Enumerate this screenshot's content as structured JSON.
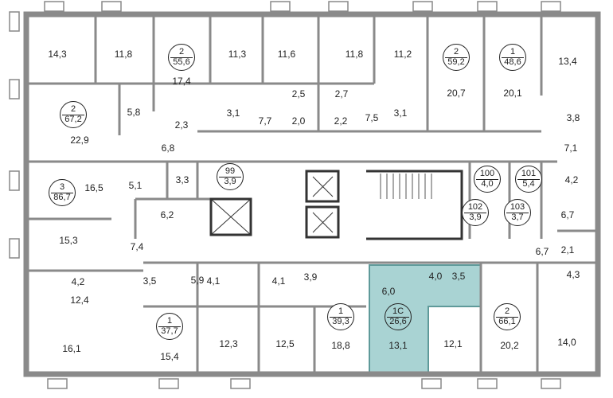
{
  "accent_colors": {
    "wall": "#8a8a8a",
    "highlight_unit": "#a9d3d3",
    "structural": "#333333"
  },
  "apartments": [
    {
      "rooms": "2",
      "area": "55,6"
    },
    {
      "rooms": "2",
      "area": "67,2"
    },
    {
      "rooms": "2",
      "area": "59,2"
    },
    {
      "rooms": "1",
      "area": "48,6"
    },
    {
      "rooms": "3",
      "area": "86,7"
    },
    {
      "rooms": "1",
      "area": "37,7"
    },
    {
      "rooms": "1",
      "area": "39,3"
    },
    {
      "rooms": "1C",
      "area": "26,6",
      "highlighted": true
    },
    {
      "rooms": "2",
      "area": "66,1"
    }
  ],
  "storage_units": [
    {
      "number": "99",
      "area": "3,9"
    },
    {
      "number": "100",
      "area": "4,0"
    },
    {
      "number": "101",
      "area": "5,4"
    },
    {
      "number": "102",
      "area": "3,9"
    },
    {
      "number": "103",
      "area": "3,7"
    }
  ],
  "rooms": [
    "14,3",
    "11,8",
    "17,4",
    "11,3",
    "11,6",
    "11,8",
    "11,2",
    "20,7",
    "20,1",
    "13,4",
    "22,9",
    "5,8",
    "2,3",
    "3,1",
    "7,7",
    "2,5",
    "2,0",
    "2,7",
    "2,2",
    "7,5",
    "3,1",
    "6,8",
    "3,8",
    "7,1",
    "16,5",
    "5,1",
    "3,3",
    "4,2",
    "6,2",
    "6,7",
    "15,3",
    "7,4",
    "6,7",
    "2,1",
    "4,3",
    "4,2",
    "3,5",
    "5,9",
    "4,1",
    "4,1",
    "3,9",
    "6,0",
    "4,0",
    "3,5",
    "12,4",
    "16,1",
    "15,4",
    "12,3",
    "12,5",
    "18,8",
    "13,1",
    "12,1",
    "20,2",
    "14,0"
  ]
}
